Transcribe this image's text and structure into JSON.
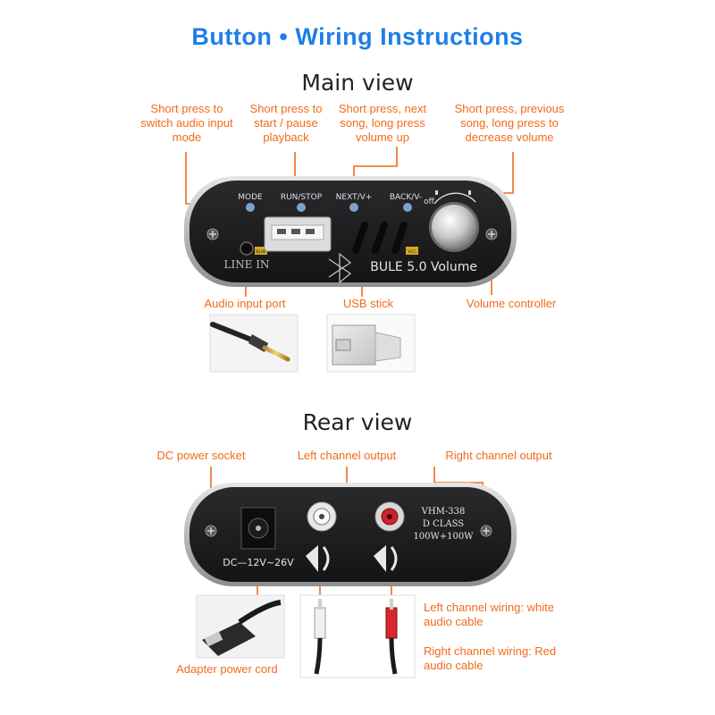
{
  "title": "Button • Wiring  Instructions",
  "main_view": {
    "heading": "Main view",
    "callouts": {
      "mode": "Short press to switch audio input mode",
      "run_stop": "Short press to start / pause playback",
      "next": "Short press, next song, long press volume up",
      "back": "Short press, previous song, long press to decrease volume",
      "audio_input": "Audio input port",
      "usb": "USB stick",
      "volume": "Volume controller"
    },
    "device_labels": {
      "mode": "MODE",
      "run_stop": "RUN/STOP",
      "next": "NEXT/V+",
      "back": "BACK/V-",
      "off": "off",
      "line_in": "LINE IN",
      "blue_tag": "BLUE",
      "vcc_tag": "VCC",
      "brand": "BULE 5.0 Volume"
    }
  },
  "rear_view": {
    "heading": "Rear view",
    "callouts": {
      "dc_socket": "DC power socket",
      "left_out": "Left channel output",
      "right_out": "Right channel output",
      "adapter": "Adapter power cord",
      "left_wiring": "Left channel wiring: white audio cable",
      "right_wiring": "Right channel wiring: Red audio cable"
    },
    "device_labels": {
      "dc_range": "DC—12V~26V",
      "model": "VHM-338",
      "class": "D CLASS",
      "power": "100W+100W"
    }
  },
  "colors": {
    "title_blue": "#1e7fe6",
    "callout_orange": "#f26a1b",
    "panel_dark": "#1f1f21",
    "bezel": "#c9c9c9"
  }
}
